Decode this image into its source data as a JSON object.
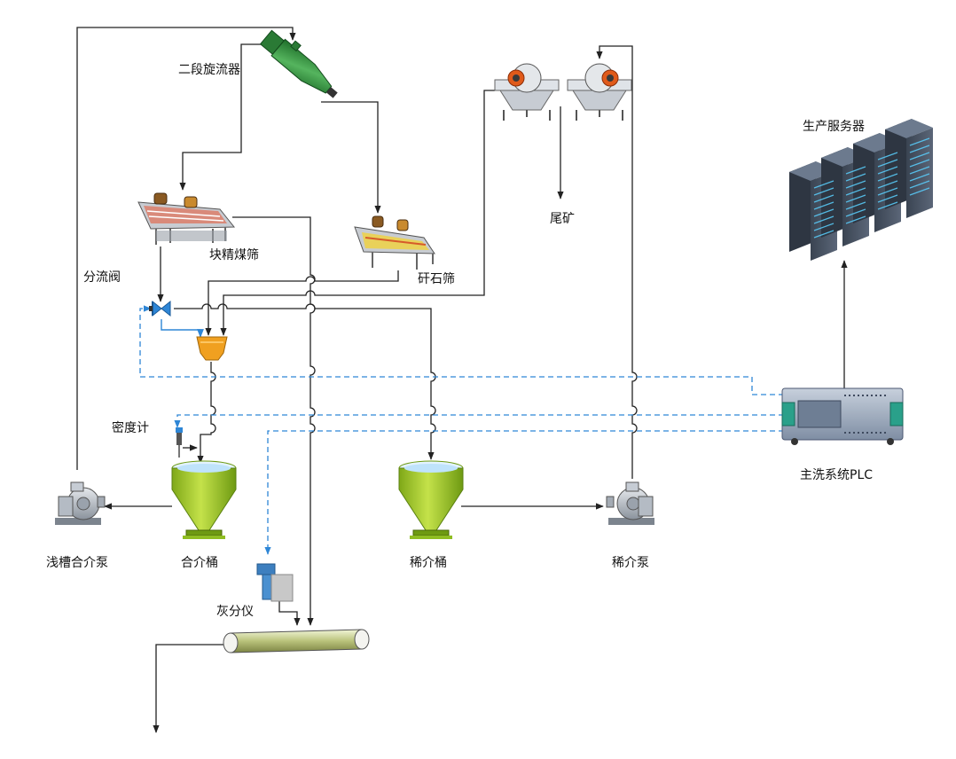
{
  "labels": {
    "cyclone_stage2": "二段旋流器",
    "lump_clean_screen": "块精煤筛",
    "gangue_screen": "矸石筛",
    "diverter_valve": "分流阀",
    "densimeter": "密度计",
    "shallow_slot_pump": "浅槽合介泵",
    "qualified_medium_tank": "合介桶",
    "dilute_medium_tank": "稀介桶",
    "dilute_medium_pump": "稀介泵",
    "ash_analyzer": "灰分仪",
    "tailings": "尾矿",
    "production_server": "生产服务器",
    "main_plc": "主洗系统PLC"
  },
  "colors": {
    "process_line": "#222222",
    "signal_line": "#2e86d6",
    "tank_green": "#a6cf2a",
    "tank_green_dark": "#6e9a12",
    "valve_blue": "#2e86d6",
    "mixer_orange": "#f0a020",
    "server_body": "#4a5566",
    "server_led": "#5ad0ff",
    "plc_body": "#8fa0b8",
    "cyclone_green": "#2f8f3a"
  },
  "icons": [
    "cyclone-icon",
    "vibrating-screen-icon",
    "magnetic-separator-icon",
    "butterfly-valve-icon",
    "hopper-icon",
    "density-meter-icon",
    "cone-tank-icon",
    "centrifugal-pump-icon",
    "ash-analyzer-icon",
    "belt-conveyor-icon",
    "server-rack-icon",
    "plc-controller-icon"
  ]
}
